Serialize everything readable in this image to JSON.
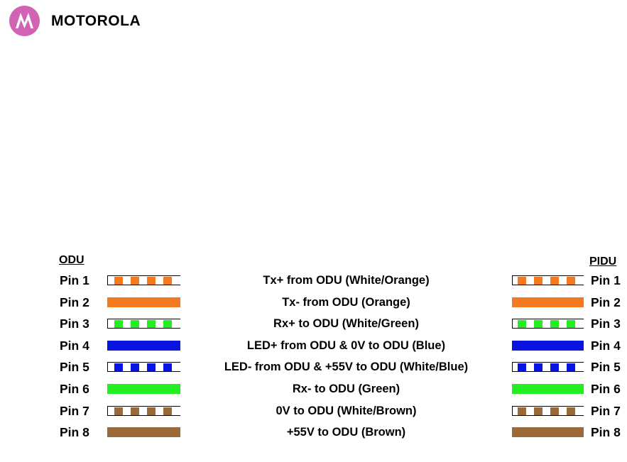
{
  "brand": {
    "name": "MOTOROLA",
    "logo_color": "#d162b4"
  },
  "headers": {
    "left": "ODU",
    "right": "PIDU"
  },
  "colors": {
    "orange": "#f47a20",
    "green": "#22ee22",
    "blue": "#0a14e0",
    "brown": "#9a6a3a"
  },
  "rows": [
    {
      "pin_left": "Pin 1",
      "pin_right": "Pin 1",
      "description": "Tx+ from ODU (White/Orange)",
      "color": "#f47a20",
      "pattern": "striped"
    },
    {
      "pin_left": "Pin 2",
      "pin_right": "Pin 2",
      "description": "Tx- from ODU (Orange)",
      "color": "#f47a20",
      "pattern": "solid"
    },
    {
      "pin_left": "Pin 3",
      "pin_right": "Pin 3",
      "description": "Rx+ to ODU (White/Green)",
      "color": "#22ee22",
      "pattern": "striped"
    },
    {
      "pin_left": "Pin 4",
      "pin_right": "Pin 4",
      "description": "LED+ from ODU & 0V to ODU (Blue)",
      "color": "#0a14e0",
      "pattern": "solid"
    },
    {
      "pin_left": "Pin 5",
      "pin_right": "Pin 5",
      "description": "LED- from ODU & +55V to ODU (White/Blue)",
      "color": "#0a14e0",
      "pattern": "striped"
    },
    {
      "pin_left": "Pin 6",
      "pin_right": "Pin 6",
      "description": "Rx- to ODU (Green)",
      "color": "#22ee22",
      "pattern": "solid"
    },
    {
      "pin_left": "Pin 7",
      "pin_right": "Pin 7",
      "description": "0V to ODU  (White/Brown)",
      "color": "#9a6a3a",
      "pattern": "striped"
    },
    {
      "pin_left": "Pin 8",
      "pin_right": "Pin 8",
      "description": "+55V to ODU  (Brown)",
      "color": "#9a6a3a",
      "pattern": "solid"
    }
  ]
}
